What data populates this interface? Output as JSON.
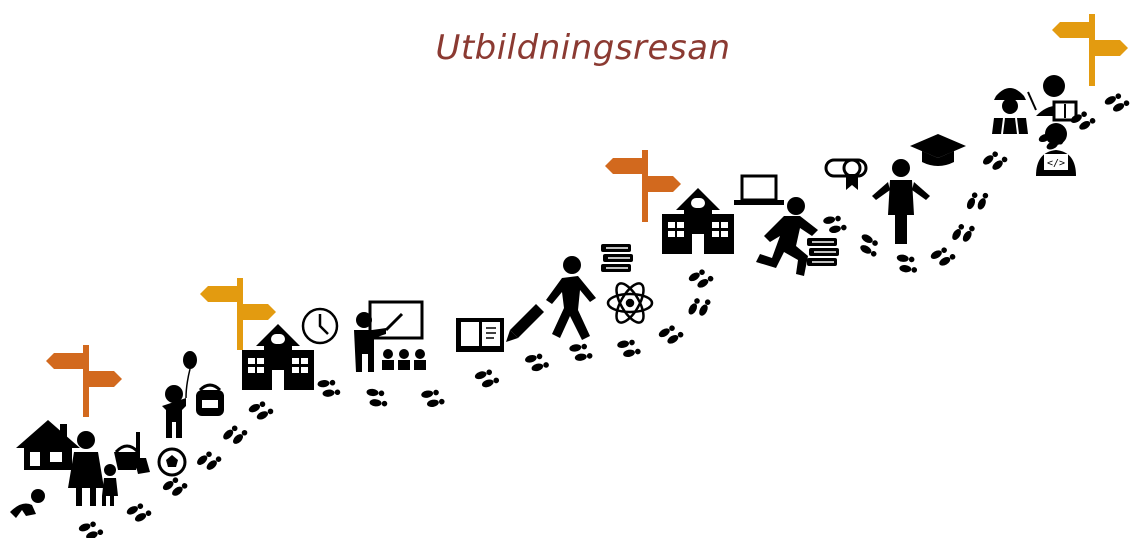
{
  "title": "Utbildningsresan",
  "colors": {
    "title": "#8b3a32",
    "sign_orange": "#d2691e",
    "sign_gold": "#e39b10",
    "icon": "#000000",
    "background": "#ffffff"
  },
  "stages": [
    {
      "name": "home-early-childhood",
      "icons": [
        "crawling-baby-icon",
        "house-icon",
        "parent-with-child-icon"
      ]
    },
    {
      "name": "preschool",
      "icons": [
        "sand-bucket-icon",
        "soccer-ball-icon",
        "child-with-balloon-icon",
        "backpack-icon"
      ]
    },
    {
      "name": "primary-school",
      "icons": [
        "school-building-icon",
        "clock-icon",
        "teacher-at-board-icon"
      ]
    },
    {
      "name": "secondary-school",
      "icons": [
        "open-book-icon",
        "pencil-icon",
        "walking-student-icon",
        "book-stack-icon",
        "atom-icon"
      ]
    },
    {
      "name": "upper-secondary",
      "icons": [
        "school-building-icon",
        "laptop-icon",
        "running-student-icon",
        "book-stack-icon"
      ]
    },
    {
      "name": "higher-education",
      "icons": [
        "diploma-icon",
        "graduation-cap-icon",
        "graduate-person-icon"
      ]
    },
    {
      "name": "working-life",
      "icons": [
        "construction-worker-icon",
        "teacher-with-book-icon",
        "programmer-icon"
      ]
    }
  ],
  "signposts": [
    {
      "name": "signpost-1",
      "color": "orange"
    },
    {
      "name": "signpost-2",
      "color": "gold"
    },
    {
      "name": "signpost-3",
      "color": "orange"
    },
    {
      "name": "signpost-4",
      "color": "gold"
    }
  ]
}
